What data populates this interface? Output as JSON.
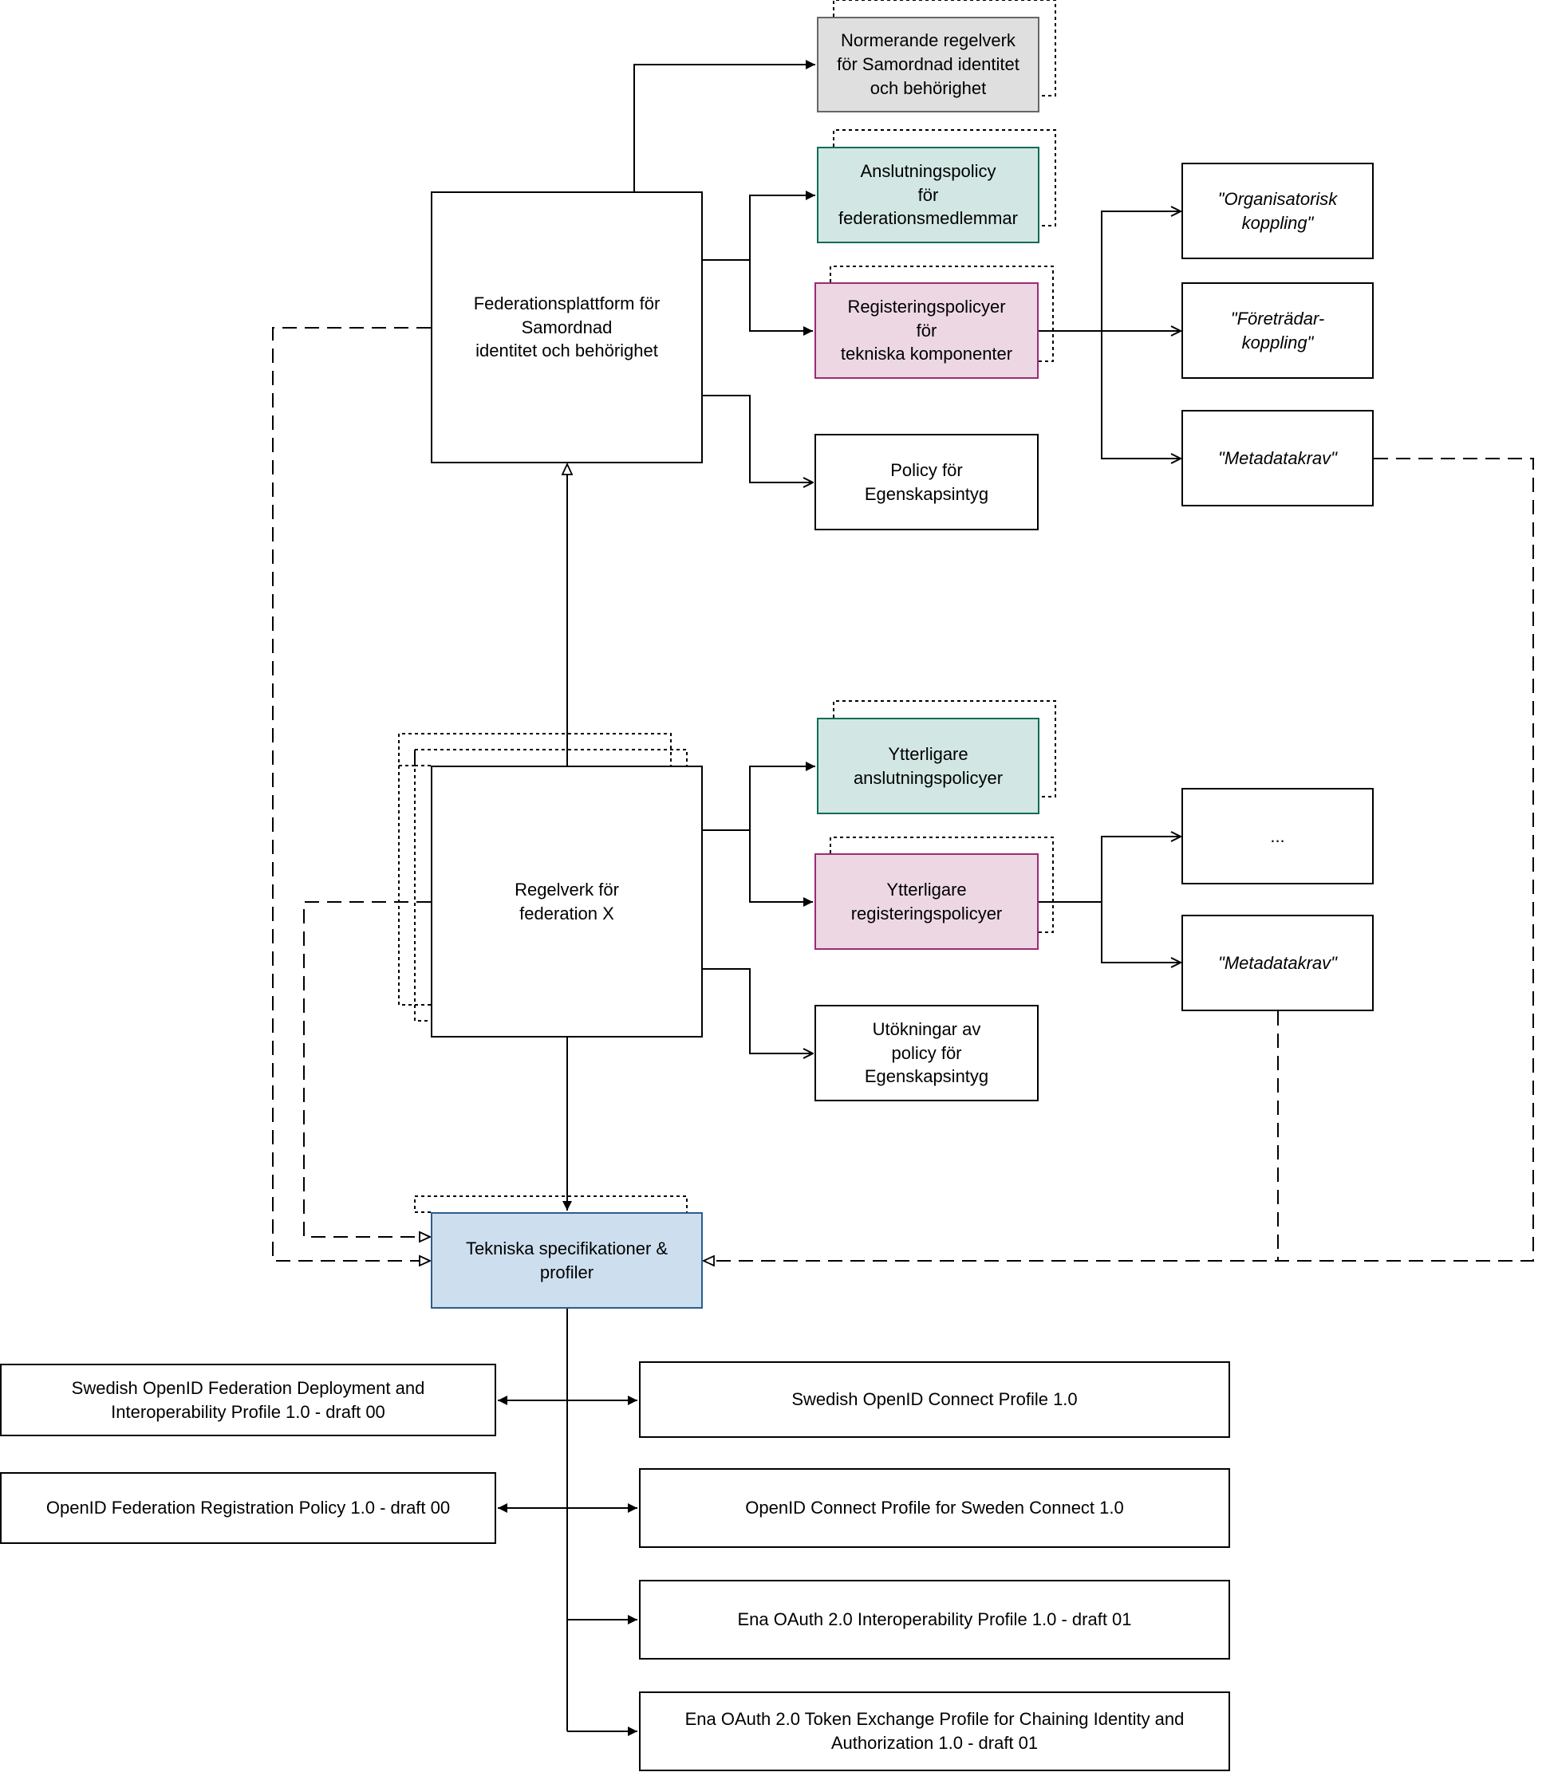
{
  "colors": {
    "gray_fill": "#e0dfdf",
    "green_fill": "#d2e7e3",
    "pink_fill": "#ecd7e3",
    "blue_fill": "#cddfee",
    "line": "#000000"
  },
  "nodes": {
    "normerande": "Normerande regelverk\nför Samordnad identitet\noch behörighet",
    "federationsplattform": "Federationsplattform för\nSamordnad\nidentitet och behörighet",
    "anslutningspolicy": "Anslutningspolicy\nför\nfederationsmedlemmar",
    "registeringspolicyer": "Registeringspolicyer\nför\ntekniska komponenter",
    "policy_egenskapsintyg": "Policy för\nEgenskapsintyg",
    "organisatorisk_koppling": "\"Organisatorisk\nkoppling\"",
    "foretradar_koppling": "\"Företrädar-\nkoppling\"",
    "metadatakrav_1": "\"Metadatakrav\"",
    "regelverk_federation_x": "Regelverk för\nfederation X",
    "ytterligare_anslutningspolicyer": "Ytterligare\nanslutningspolicyer",
    "ytterligare_registeringspolicyer": "Ytterligare\nregisteringspolicyer",
    "utokningar": "Utökningar av\npolicy för\nEgenskapsintyg",
    "ellipsis": "...",
    "metadatakrav_2": "\"Metadatakrav\"",
    "tekniska_specifikationer": "Tekniska specifikationer &\nprofiler",
    "swedish_openid_federation": "Swedish OpenID Federation Deployment and\nInteroperability Profile 1.0 - draft 00",
    "openid_federation_registration": "OpenID Federation Registration Policy 1.0 - draft 00",
    "swedish_openid_connect": "Swedish OpenID Connect Profile 1.0",
    "openid_connect_sweden_connect": "OpenID Connect Profile for Sweden Connect 1.0",
    "ena_oauth_interop": "Ena OAuth 2.0 Interoperability Profile 1.0 - draft 01",
    "ena_oauth_token_exchange": "Ena OAuth 2.0 Token Exchange Profile for Chaining Identity and\nAuthorization 1.0 - draft 01"
  }
}
